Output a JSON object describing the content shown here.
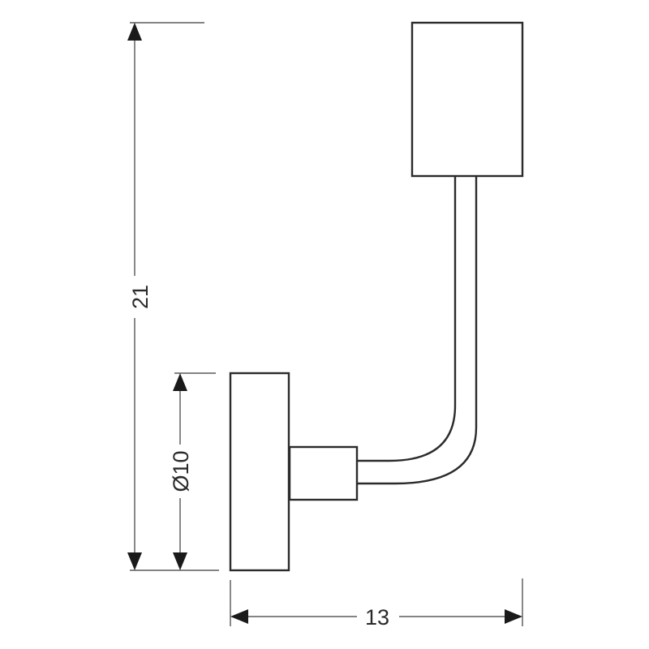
{
  "dimensions": {
    "height": "21",
    "base_diameter": "Ø10",
    "width": "13"
  }
}
